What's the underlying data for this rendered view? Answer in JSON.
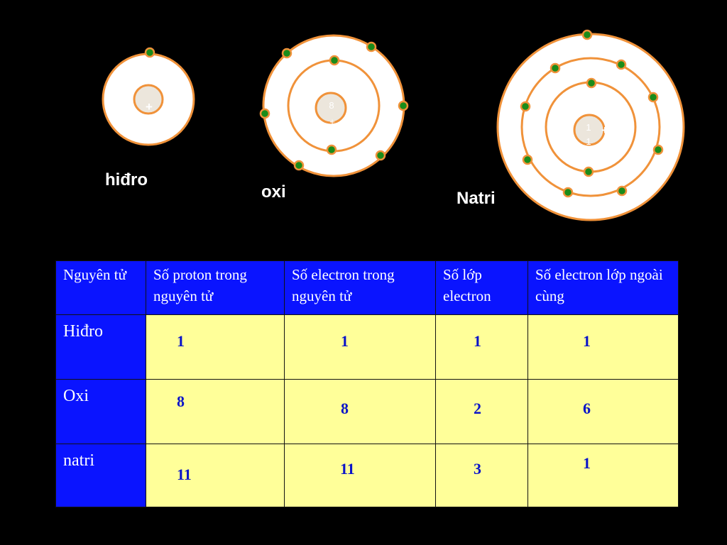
{
  "atoms": [
    {
      "name": "hiđro",
      "nucleus": [
        "+"
      ],
      "shells": [
        1
      ]
    },
    {
      "name": "oxi",
      "nucleus": [
        "8",
        "+"
      ],
      "shells": [
        2,
        6
      ]
    },
    {
      "name": "Natri",
      "nucleus": [
        "1",
        "1",
        "+"
      ],
      "shells": [
        2,
        8,
        1
      ]
    }
  ],
  "table": {
    "headers": [
      "Nguyên tử",
      "Số proton trong nguyên tử",
      "Số electron trong nguyên tử",
      "Số lớp electron",
      "Số electron lớp ngoài cùng"
    ],
    "rows": [
      {
        "name": "Hiđro",
        "values": [
          "1",
          "1",
          "1",
          "1"
        ]
      },
      {
        "name": "Oxi",
        "values": [
          "8",
          "8",
          "2",
          "6"
        ]
      },
      {
        "name": "natri",
        "values": [
          "11",
          "11",
          "3",
          "1"
        ]
      }
    ]
  },
  "colors": {
    "shell": "#f0923a",
    "electron": "#1a8c1a",
    "header_bg": "#0a14ff",
    "cell_bg": "#ffff99",
    "value_text": "#0a14c8"
  }
}
